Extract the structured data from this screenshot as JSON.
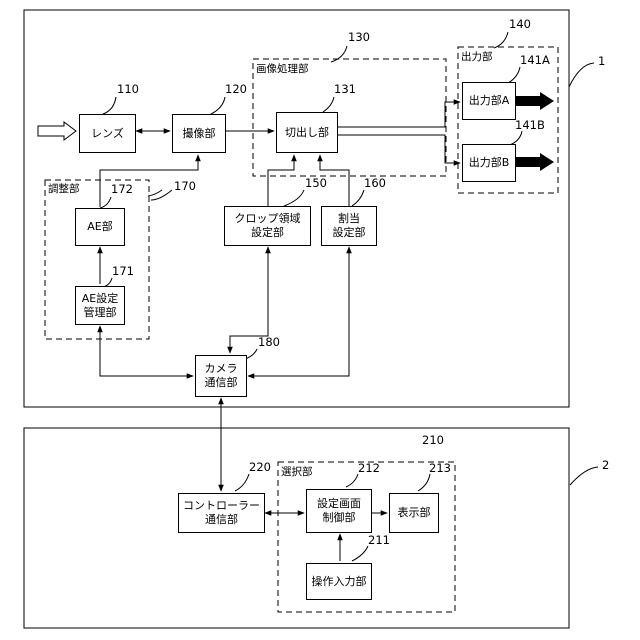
{
  "units": [
    {
      "label": "1"
    },
    {
      "label": "2"
    }
  ],
  "groups": {
    "adjust": {
      "title": "調整部",
      "ref": "170"
    },
    "image": {
      "title": "画像処理部",
      "ref": "130"
    },
    "output": {
      "title": "出力部",
      "ref": "140"
    },
    "select": {
      "title": "選択部",
      "ref": "210"
    }
  },
  "blocks": {
    "lens": {
      "text": "レンズ",
      "ref": "110"
    },
    "imaging": {
      "text": "撮像部",
      "ref": "120"
    },
    "cutout": {
      "text": "切出し部",
      "ref": "131"
    },
    "out_a": {
      "text": "出力部A",
      "ref": "141A"
    },
    "out_b": {
      "text": "出力部B",
      "ref": "141B"
    },
    "ae": {
      "text": "AE部",
      "ref": "172"
    },
    "ae_setting": {
      "text": "AE設定\n管理部",
      "ref": "171"
    },
    "crop": {
      "text": "クロップ領域\n設定部",
      "ref": "150"
    },
    "assign": {
      "text": "割当\n設定部",
      "ref": "160"
    },
    "camera_comm": {
      "text": "カメラ\n通信部",
      "ref": "180"
    },
    "ctrl_comm": {
      "text": "コントローラー\n通信部",
      "ref": "220"
    },
    "screen_ctrl": {
      "text": "設定画面\n制御部",
      "ref": "212"
    },
    "display": {
      "text": "表示部",
      "ref": "213"
    },
    "input": {
      "text": "操作入力部",
      "ref": "211"
    }
  }
}
